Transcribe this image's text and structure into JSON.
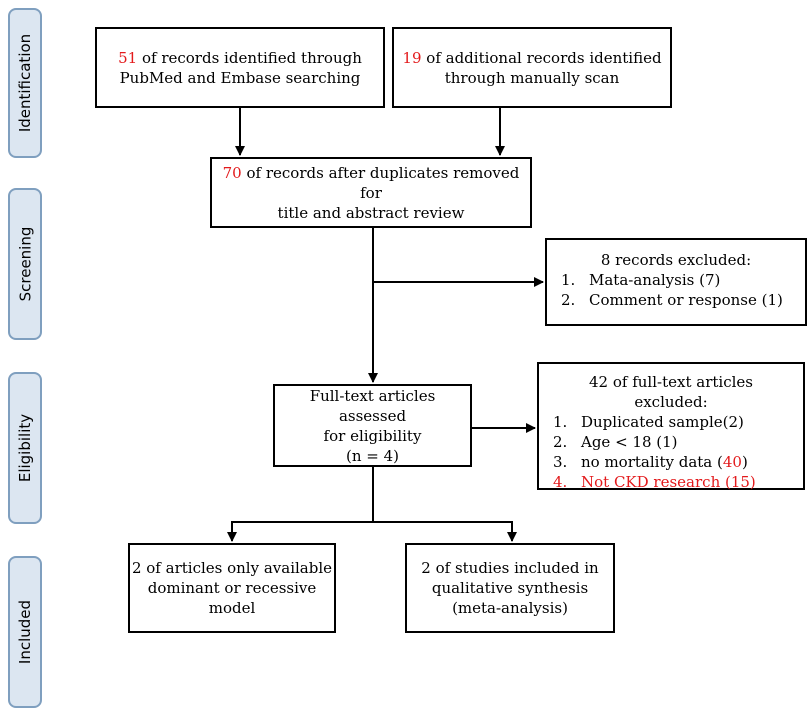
{
  "stages": [
    {
      "id": "identification",
      "label": "Identification"
    },
    {
      "id": "screening",
      "label": "Screening"
    },
    {
      "id": "eligibility",
      "label": "Eligibility"
    },
    {
      "id": "included",
      "label": "Included"
    }
  ],
  "boxes": {
    "pubmed": {
      "count": "51",
      "line1": " of records identified through",
      "line2": "PubMed and Embase searching"
    },
    "manual": {
      "count": "19",
      "line1": " of additional records identified",
      "line2": "through manually scan"
    },
    "after_duplicates": {
      "count": "70",
      "line1": " of records after duplicates removed for",
      "line2": "title and abstract review"
    },
    "excluded_screen": {
      "title": "8 records excluded:",
      "items": [
        {
          "num": "1.",
          "text": "Mata-analysis (7)"
        },
        {
          "num": "2.",
          "text": "Comment or response (1)"
        }
      ]
    },
    "fulltext": {
      "line1": "Full-text articles assessed",
      "line2": "for eligibility",
      "line3": "(n = 4)"
    },
    "excluded_full": {
      "title": "42 of full-text articles excluded:",
      "items": [
        {
          "num": "1.",
          "text": "Duplicated sample(2)"
        },
        {
          "num": "2.",
          "text": "Age < 18 (1)"
        },
        {
          "num": "3.",
          "text_before": "no mortality data (",
          "text_red": "40",
          "text_after": ")"
        },
        {
          "num": "4.",
          "text": "Not CKD research (15)",
          "color": "#e31a1c"
        }
      ]
    },
    "dominant": {
      "line1": "2 of articles only available",
      "line2": "dominant or recessive",
      "line3": "model"
    },
    "qualitative": {
      "line1": "2 of studies included in",
      "line2": "qualitative synthesis",
      "line3": "(meta-analysis)"
    }
  },
  "colors": {
    "accent_red": "#e31a1c",
    "stage_fill": "#dce6f1",
    "stage_border": "#7f9fbf"
  }
}
